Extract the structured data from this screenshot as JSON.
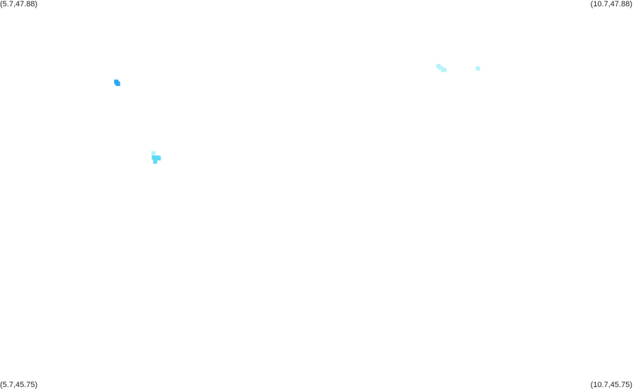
{
  "corners": {
    "top_left": "(5.7,47.88)",
    "top_right": "(10.7,47.88)",
    "bottom_left": "(5.7,45.75)",
    "bottom_right": "(10.7,45.75)"
  },
  "extent": {
    "lon_min": 5.7,
    "lon_max": 10.7,
    "lat_min": 45.75,
    "lat_max": 47.88
  },
  "points": [
    {
      "lon": 6.618,
      "lat": 47.432,
      "color": "#2fa8f0"
    },
    {
      "lon": 6.626,
      "lat": 47.424,
      "color": "#2fa8f0"
    },
    {
      "lon": 6.632,
      "lat": 47.42,
      "color": "#2fa8f0"
    },
    {
      "lon": 6.912,
      "lat": 47.04,
      "color": "#b6f3f7"
    },
    {
      "lon": 6.916,
      "lat": 47.016,
      "color": "#5fd9f4"
    },
    {
      "lon": 6.93,
      "lat": 47.014,
      "color": "#5fd9f4"
    },
    {
      "lon": 6.944,
      "lat": 47.016,
      "color": "#5fd9f4"
    },
    {
      "lon": 6.954,
      "lat": 47.012,
      "color": "#5fd9f4"
    },
    {
      "lon": 6.926,
      "lat": 46.994,
      "color": "#5fd9f4"
    },
    {
      "lon": 9.163,
      "lat": 47.518,
      "color": "#b6f3f7"
    },
    {
      "lon": 9.18,
      "lat": 47.508,
      "color": "#b6f3f7"
    },
    {
      "lon": 9.196,
      "lat": 47.5,
      "color": "#b6f3f7"
    },
    {
      "lon": 9.21,
      "lat": 47.496,
      "color": "#b6f3f7"
    },
    {
      "lon": 9.475,
      "lat": 47.504,
      "color": "#b6f3f7"
    }
  ]
}
